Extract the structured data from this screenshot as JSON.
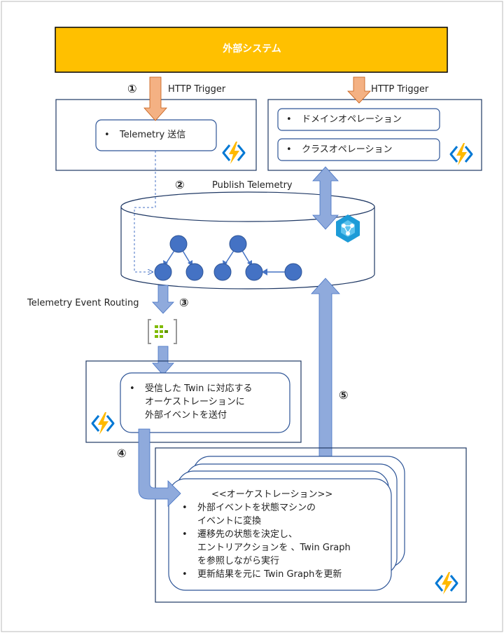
{
  "external_system": "外部システム",
  "step_numbers": [
    "①",
    "②",
    "③",
    "④",
    "⑤"
  ],
  "http_trigger_left": "HTTP Trigger",
  "http_trigger_right": "HTTP Trigger",
  "telemetry_send": "Telemetry  送信",
  "domain_operation": "ドメインオペレーション",
  "class_operation": "クラスオペレーション",
  "publish_telemetry": "Publish Telemetry",
  "telemetry_event_routing": "Telemetry Event Routing",
  "event_function_lines": [
    "受信した  Twin  に対応する",
    "オーケストレーションに",
    "外部イベントを送付"
  ],
  "orchestration_title": "<<オーケストレーション>>",
  "orchestration_lines": [
    "外部イベントを状態マシンの",
    "イベントに変換",
    "遷移先の状態を決定し、",
    "エントリアクションを 、Twin Graph",
    "を参照しながら実行",
    "更新結果を元に  Twin Graphを更新"
  ],
  "bullet": "•",
  "colors": {
    "external_fill": "#FFC000",
    "arrow_orange": "#F4B183",
    "arrow_blue": "#8FAADC",
    "arrow_blue_stroke": "#4472C4",
    "node_fill": "#4472C4",
    "frame": "#1F3864",
    "box_border": "#2E5597",
    "functions_bolt": "#FFB900",
    "functions_bracket": "#0078D4"
  },
  "icons": [
    "azure-functions-icon",
    "azure-digital-twins-icon",
    "event-grid-icon"
  ]
}
